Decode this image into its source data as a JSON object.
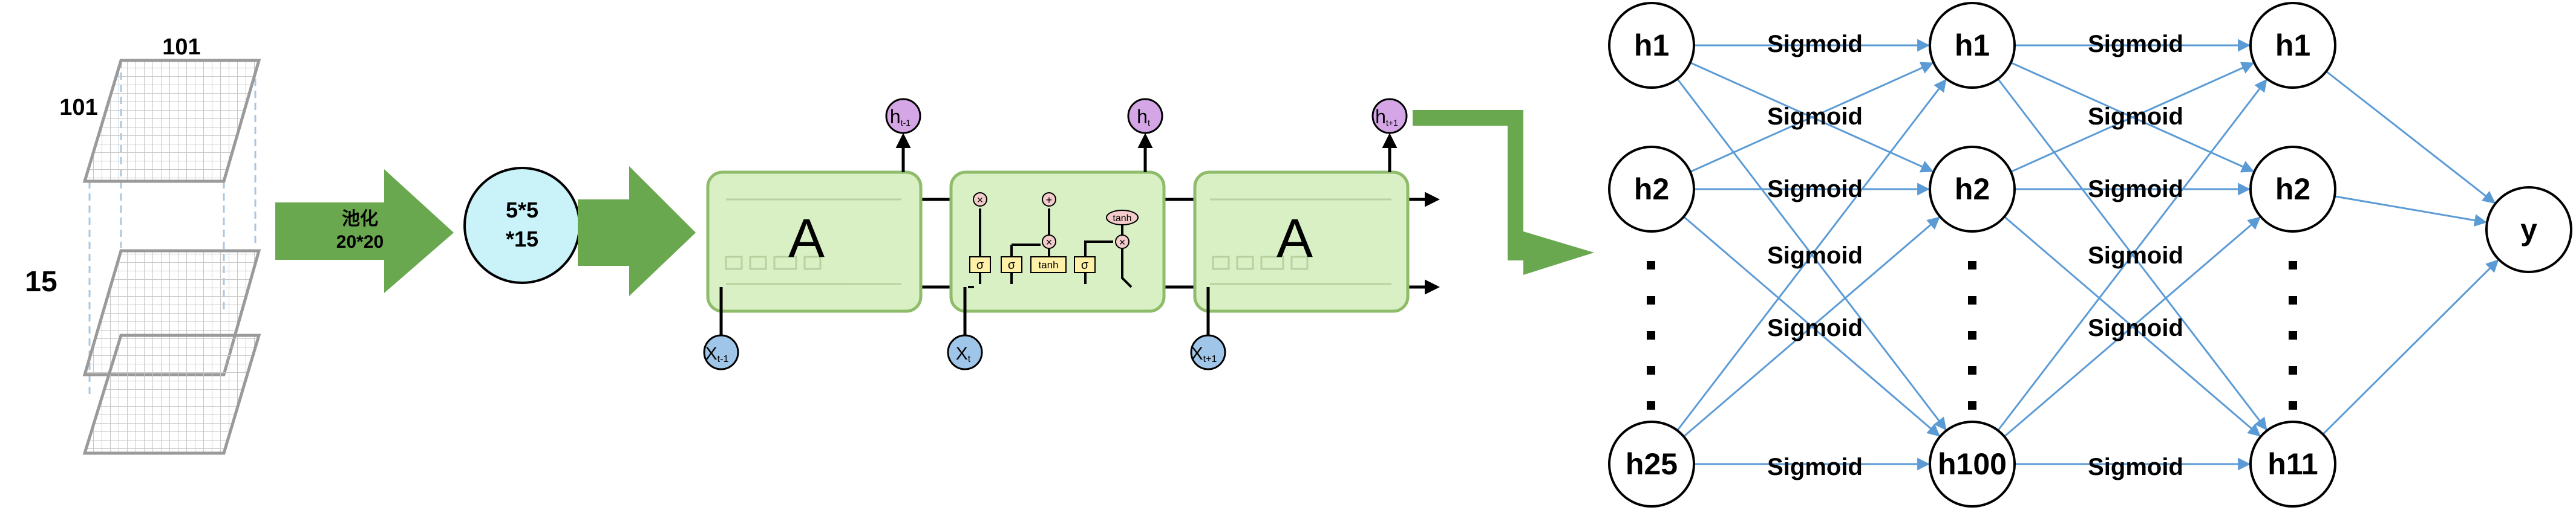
{
  "grid": {
    "top_label": "101",
    "side_label": "101",
    "depth_label": "15"
  },
  "pooling": {
    "label_line1": "池化",
    "label_line2": "20*20"
  },
  "pooled": {
    "line1": "5*5",
    "line2": "*15"
  },
  "lstm": {
    "cell_label": "A",
    "gate_sigma": "σ",
    "gate_tanh": "tanh",
    "op_multiply": "×",
    "op_add": "+",
    "inputs": [
      "X",
      "X",
      "X"
    ],
    "input_subs": [
      "t-1",
      "t",
      "t+1"
    ],
    "outputs": [
      "h",
      "h",
      "h"
    ],
    "output_subs": [
      "t-1",
      "t",
      "t+1"
    ]
  },
  "network": {
    "edge_label": "Sigmoid",
    "layer1": [
      "h1",
      "h2",
      "h25"
    ],
    "layer2": [
      "h1",
      "h2",
      "h100"
    ],
    "layer3": [
      "h1",
      "h2",
      "h11"
    ],
    "output": "y"
  },
  "colors": {
    "arrow_green": "#6aa84f",
    "cell_fill": "#d9f0c4",
    "cell_stroke": "#8fbc6a",
    "pooled_fill": "#c9f3f9",
    "input_fill": "#9fc5e8",
    "output_fill": "#d5a6e6",
    "gate_fill": "#fff2a8",
    "op_fill": "#f4cccc",
    "edge_blue": "#5b9bd5"
  }
}
